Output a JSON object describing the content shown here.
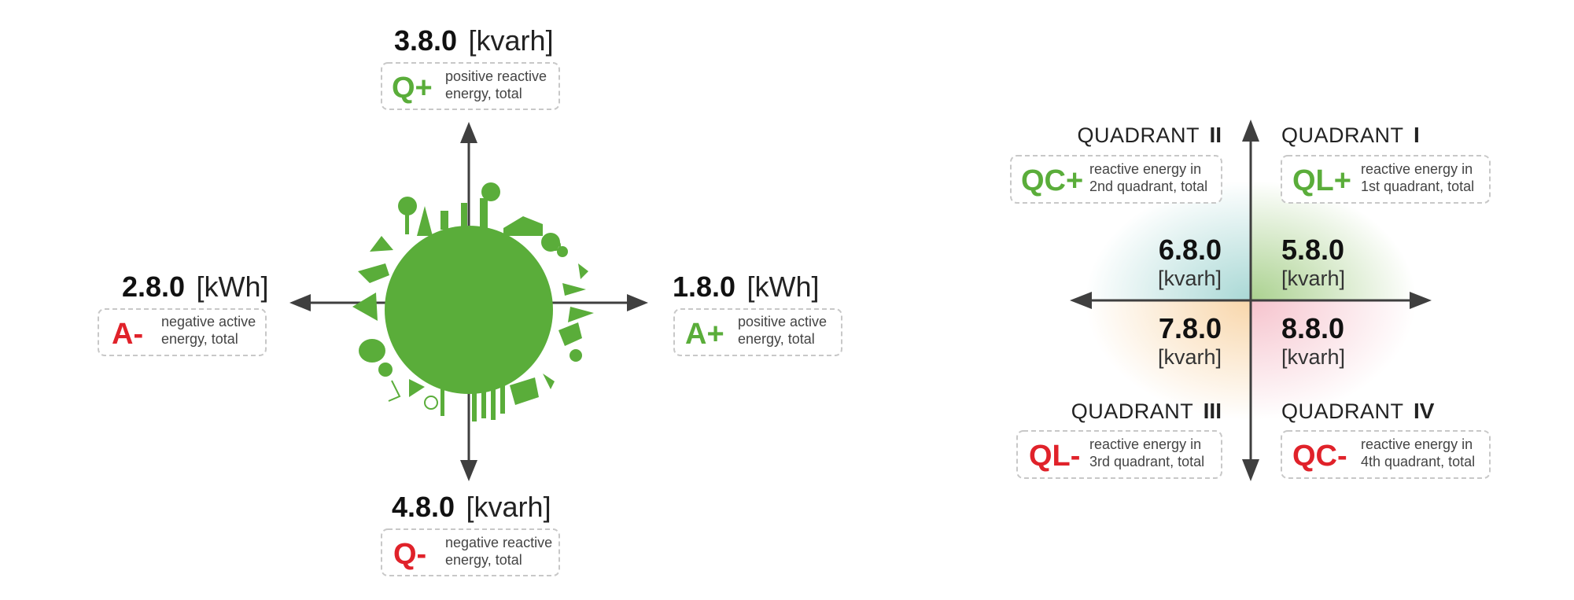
{
  "colors": {
    "green": "#5aad3a",
    "red": "#e0222a",
    "axis": "#3f3f3f",
    "text": "#111111"
  },
  "left": {
    "top": {
      "code": "3.8.0",
      "unit": "[kvarh]",
      "symbol": "Q+",
      "desc1": "positive reactive",
      "desc2": "energy, total"
    },
    "left": {
      "code": "2.8.0",
      "unit": "[kWh]",
      "symbol": "A-",
      "desc1": "negative active",
      "desc2": "energy, total"
    },
    "right": {
      "code": "1.8.0",
      "unit": "[kWh]",
      "symbol": "A+",
      "desc1": "positive active",
      "desc2": "energy, total"
    },
    "bottom": {
      "code": "4.8.0",
      "unit": "[kvarh]",
      "symbol": "Q-",
      "desc1": "negative reactive",
      "desc2": "energy, total"
    }
  },
  "right": {
    "q1": {
      "label": "QUADRANT",
      "num": "I",
      "symbol": "QL+",
      "desc1": "reactive energy in",
      "desc2": "1st quadrant, total",
      "code": "5.8.0",
      "unit": "[kvarh]"
    },
    "q2": {
      "label": "QUADRANT",
      "num": "II",
      "symbol": "QC+",
      "desc1": "reactive energy in",
      "desc2": "2nd quadrant, total",
      "code": "6.8.0",
      "unit": "[kvarh]"
    },
    "q3": {
      "label": "QUADRANT",
      "num": "III",
      "symbol": "QL-",
      "desc1": "reactive energy in",
      "desc2": "3rd quadrant, total",
      "code": "7.8.0",
      "unit": "[kvarh]"
    },
    "q4": {
      "label": "QUADRANT",
      "num": "IV",
      "symbol": "QC-",
      "desc1": "reactive energy in",
      "desc2": "4th quadrant, total",
      "code": "8.8.0",
      "unit": "[kvarh]"
    }
  }
}
